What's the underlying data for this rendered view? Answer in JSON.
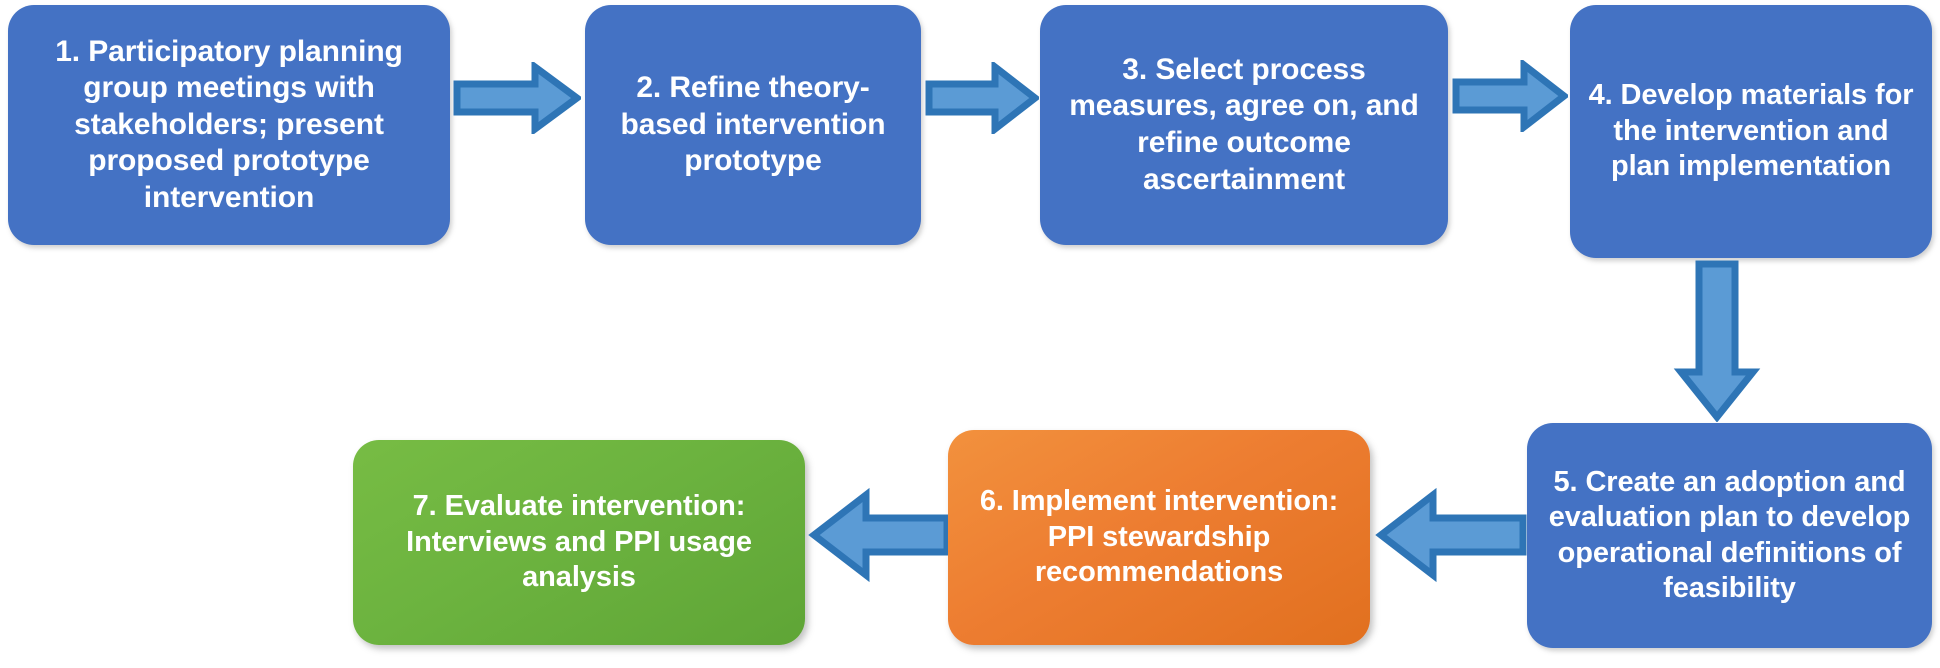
{
  "diagram": {
    "title": "Seven-step participatory intervention development and evaluation process flowchart",
    "colors": {
      "blue_box": "#4472C4",
      "orange_box": "#ED7D31",
      "green_box": "#6CB33F",
      "arrow_fill": "#5B9BD5",
      "arrow_stroke": "#2E75B6",
      "text": "#FFFFFF",
      "background": "#FFFFFF"
    },
    "nodes": [
      {
        "id": "step-1",
        "number": "1",
        "label": "1. Participatory planning group meetings with stakeholders; present proposed prototype intervention",
        "color": "blue",
        "row": "top"
      },
      {
        "id": "step-2",
        "number": "2",
        "label": "2. Refine theory-based intervention prototype",
        "color": "blue",
        "row": "top"
      },
      {
        "id": "step-3",
        "number": "3",
        "label": "3. Select process measures, agree on, and refine outcome ascertainment",
        "color": "blue",
        "row": "top"
      },
      {
        "id": "step-4",
        "number": "4",
        "label": "4. Develop materials for the intervention and plan implementation",
        "color": "blue",
        "row": "top"
      },
      {
        "id": "step-5",
        "number": "5",
        "label": "5. Create an adoption and evaluation plan to develop operational definitions of feasibility",
        "color": "blue",
        "row": "bottom"
      },
      {
        "id": "step-6",
        "number": "6",
        "label": "6. Implement intervention: PPI stewardship recommendations",
        "color": "orange",
        "row": "bottom"
      },
      {
        "id": "step-7",
        "number": "7",
        "label": "7. Evaluate intervention: Interviews and PPI usage analysis",
        "color": "green",
        "row": "bottom"
      }
    ],
    "connectors": [
      {
        "id": "arrow-1-to-2",
        "from": "step-1",
        "to": "step-2",
        "direction": "right"
      },
      {
        "id": "arrow-2-to-3",
        "from": "step-2",
        "to": "step-3",
        "direction": "right"
      },
      {
        "id": "arrow-3-to-4",
        "from": "step-3",
        "to": "step-4",
        "direction": "right"
      },
      {
        "id": "arrow-4-to-5",
        "from": "step-4",
        "to": "step-5",
        "direction": "down"
      },
      {
        "id": "arrow-5-to-6",
        "from": "step-5",
        "to": "step-6",
        "direction": "left"
      },
      {
        "id": "arrow-6-to-7",
        "from": "step-6",
        "to": "step-7",
        "direction": "left"
      }
    ]
  }
}
